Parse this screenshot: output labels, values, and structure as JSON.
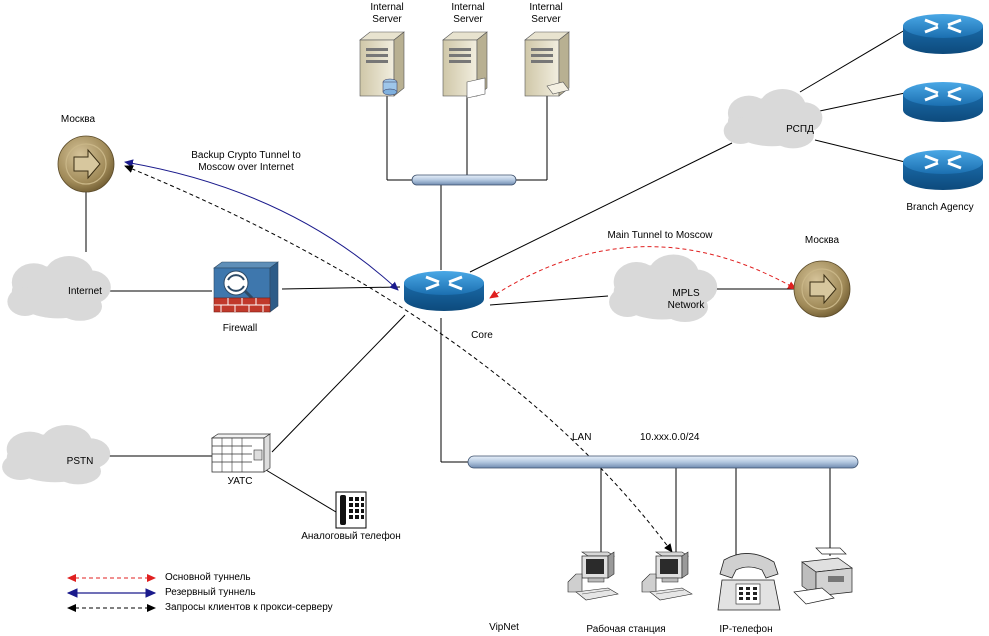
{
  "servers": [
    {
      "label_line1": "Internal",
      "label_line2": "Server"
    },
    {
      "label_line1": "Internal",
      "label_line2": "Server"
    },
    {
      "label_line1": "Internal",
      "label_line2": "Server"
    }
  ],
  "labels": {
    "moscow_left": "Москва",
    "moscow_right": "Москва",
    "backup_tunnel_line1": "Backup Crypto Tunnel to",
    "backup_tunnel_line2": "Moscow over Internet",
    "internet": "Internet",
    "firewall": "Firewall",
    "core": "Core",
    "main_tunnel": "Main Tunnel to Moscow",
    "mpls_line1": "MPLS",
    "mpls_line2": "Network",
    "rspd": "РСПД",
    "branch_agency": "Branch Agency",
    "pstn": "PSTN",
    "uats": "УАТС",
    "analog_phone": "Аналоговый телефон",
    "lan": "LAN",
    "subnet": "10.xxx.0.0/24",
    "vipnet": "VipNet",
    "workstation": "Рабочая станция",
    "ip_phone": "IP-телефон"
  },
  "legend": [
    {
      "label": "Основной туннель",
      "color": "#e02020",
      "style": "dashed"
    },
    {
      "label": "Резервный туннель",
      "color": "#1a1a8c",
      "style": "solid"
    },
    {
      "label": "Запросы клиентов к прокси-серверу",
      "color": "#000000",
      "style": "dashed"
    }
  ],
  "colors": {
    "router_blue": "#1e7fc4",
    "cloud_gray": "#d9d9d9",
    "firewall_brick": "#c0392b",
    "vpn_brown": "#8a7342",
    "main_tunnel": "#e02020",
    "backup_tunnel": "#1a1a8c"
  }
}
